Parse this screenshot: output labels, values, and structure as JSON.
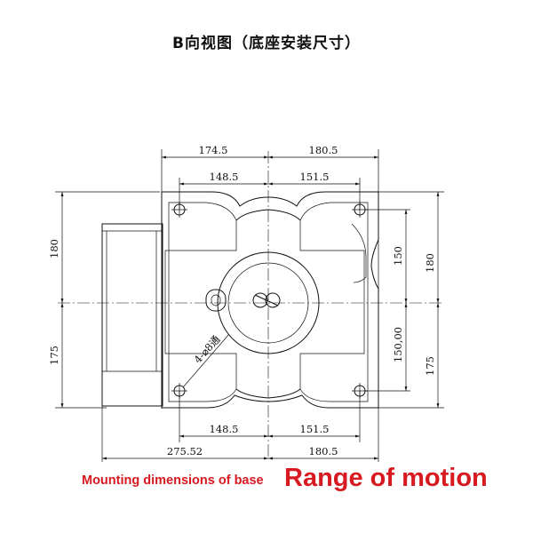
{
  "title": "B向视图（底座安装尺寸）",
  "dimensions": {
    "top_left_outer": "174.5",
    "top_right_outer": "180.5",
    "top_left_inner": "148.5",
    "top_right_inner": "151.5",
    "bottom_left_inner": "148.5",
    "bottom_right_inner": "151.5",
    "bottom_left_outer": "275.52",
    "bottom_right_outer": "180.5",
    "left_upper": "180",
    "left_lower": "175",
    "right_inner_upper": "150",
    "right_inner_lower": "150,00",
    "right_outer_upper": "180",
    "right_outer_lower": "175"
  },
  "hole_note": "4-⌀8通",
  "captions": {
    "left": "Mounting dimensions of base",
    "right": "Range of motion"
  },
  "colors": {
    "caption": "#d71920",
    "lines": "#111111"
  }
}
